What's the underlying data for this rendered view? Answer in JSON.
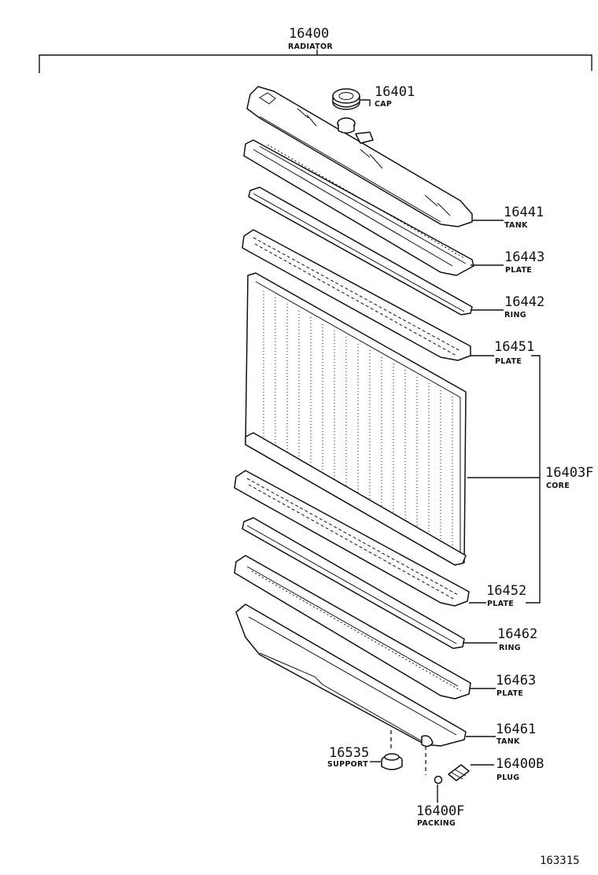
{
  "assembly": {
    "number": "16400",
    "name": "RADIATOR"
  },
  "parts": [
    {
      "number": "16401",
      "name": "CAP"
    },
    {
      "number": "16441",
      "name": "TANK"
    },
    {
      "number": "16443",
      "name": "PLATE"
    },
    {
      "number": "16442",
      "name": "RING"
    },
    {
      "number": "16451",
      "name": "PLATE"
    },
    {
      "number": "16403F",
      "name": "CORE"
    },
    {
      "number": "16452",
      "name": "PLATE"
    },
    {
      "number": "16462",
      "name": "RING"
    },
    {
      "number": "16463",
      "name": "PLATE"
    },
    {
      "number": "16461",
      "name": "TANK"
    },
    {
      "number": "16535",
      "name": "SUPPORT"
    },
    {
      "number": "16400B",
      "name": "PLUG"
    },
    {
      "number": "16400F",
      "name": "PACKING"
    }
  ],
  "figure_id": "163315"
}
